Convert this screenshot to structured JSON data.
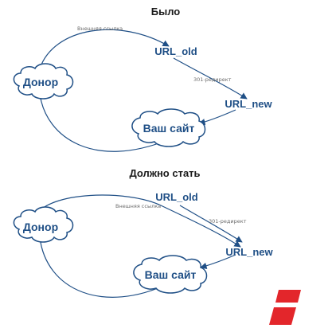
{
  "sections": [
    {
      "heading": "Было",
      "donor": "Донор",
      "site": "Ваш сайт",
      "url_old": "URL_old",
      "url_new": "URL_new",
      "external_link": "Внешняя ссылка",
      "redirect": "301-редирект"
    },
    {
      "heading": "Должно стать",
      "donor": "Донор",
      "site": "Ваш сайт",
      "url_old": "URL_old",
      "url_new": "URL_new",
      "external_link": "Внешняя ссылка",
      "redirect": "301-редирект"
    }
  ],
  "colors": {
    "node_text": "#1f4f86",
    "edge": "#1f4f86",
    "label": "#6b6b6b",
    "logo": "#e3262b"
  }
}
